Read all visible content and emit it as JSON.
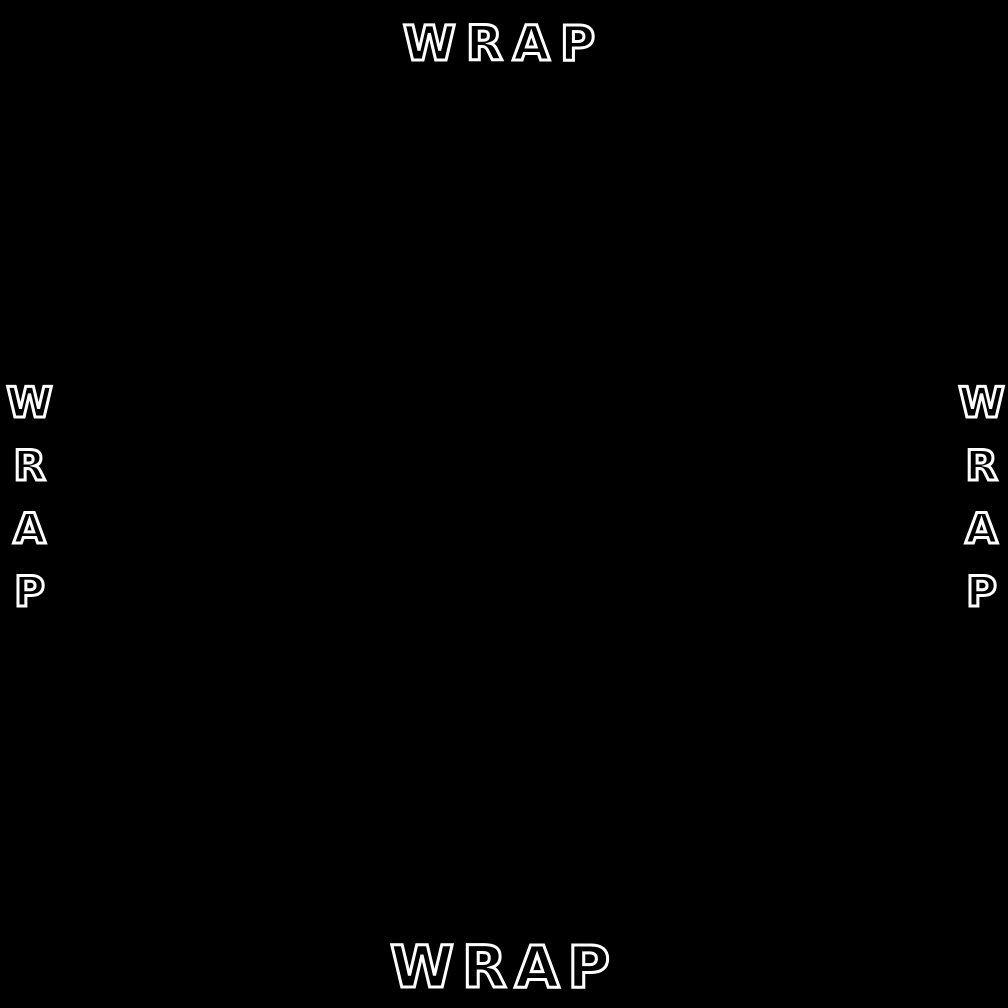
{
  "screen": {
    "background_color": "#000000",
    "text_fill_color": "#000000",
    "text_outline_color": "#ffffff"
  },
  "labels": {
    "top": "WRAP",
    "bottom": "WRAP",
    "left": "WRAP",
    "right": "WRAP"
  }
}
